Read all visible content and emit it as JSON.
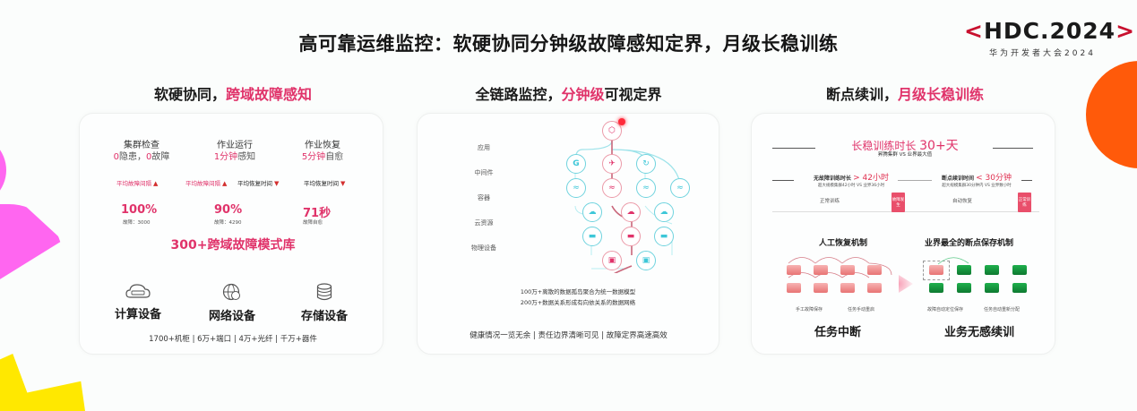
{
  "header": {
    "title": "高可靠运维监控：软硬协同分钟级故障感知定界，月级长稳训练",
    "logo": {
      "left_bracket": "<",
      "text": "HDC.2024",
      "right_bracket": ">",
      "subtitle": "华为开发者大会2024"
    }
  },
  "colors": {
    "accent_pink": "#e0336a",
    "brand_red": "#c8102e",
    "topology_cyan": "#6fd3de",
    "deco_orange": "#ff5a0a",
    "deco_magenta": "#ff66f0",
    "deco_yellow": "#ffe800",
    "block_green": "#1fb04d"
  },
  "section1": {
    "title_prefix": "软硬协同，",
    "title_highlight": "跨域故障感知",
    "metrics": [
      {
        "label": "集群检查",
        "value_a": "0",
        "text_a": "隐患，",
        "value_b": "0",
        "text_b": "故障"
      },
      {
        "label": "作业运行",
        "value": "1分钟",
        "text": "感知"
      },
      {
        "label": "作业恢复",
        "value": "5分钟",
        "text": "自愈"
      }
    ],
    "subtags": [
      {
        "text": "平均故障间隔",
        "color": "pink"
      },
      {
        "text": "平均故障间隔",
        "color": "pink"
      },
      {
        "text": "平均恢复时间",
        "color": "dark"
      },
      {
        "text": "平均恢复时间",
        "color": "dark"
      }
    ],
    "stats": [
      {
        "value": "100%",
        "note": "故障：3000"
      },
      {
        "value": "90%",
        "note": "故障：4290"
      },
      {
        "value": "71秒",
        "note": "故障自愈"
      }
    ],
    "library": "300+跨域故障模式库",
    "devices": [
      {
        "icon": "server-cloud-icon",
        "label": "计算设备"
      },
      {
        "icon": "globe-network-icon",
        "label": "网络设备"
      },
      {
        "icon": "database-icon",
        "label": "存储设备"
      }
    ],
    "footer": "1700+机柜 | 6万+端口 | 4万+光纤 | 千万+器件"
  },
  "section2": {
    "title_prefix": "全链路监控，",
    "title_highlight": "分钟级",
    "title_suffix": "可视定界",
    "layers": [
      "应用",
      "中间件",
      "容器",
      "云资源",
      "物理设备"
    ],
    "desc": [
      "100万+离散的数据孤岛聚合为统一数据模型",
      "200万+数据关系形成有向依关系的数据网络"
    ],
    "footer": "健康情况一览无余 | 责任边界清晰可见 | 故障定界高速高效"
  },
  "section3": {
    "title_prefix": "断点续训，",
    "title_highlight": "月级长稳训练",
    "headline_text": "长稳训练时长 ",
    "headline_num": "30+天",
    "headline_sub": "昇腾集群 VS 业界最大值",
    "compare": [
      {
        "title": "无故障训练时长 ",
        "value": "> 42小时",
        "detail": "超大规模集群42小时 VS 业界36小时"
      },
      {
        "title": "断点续训时间 ",
        "value": "< 30分钟",
        "detail": "超大规模集群30分钟内 VS 业界数小时"
      }
    ],
    "phases": [
      {
        "label": "正常训练",
        "badge": "故障发生"
      },
      {
        "label": "自动恢复",
        "badge": "正常训练"
      }
    ],
    "manual": {
      "title": "人工恢复机制",
      "captions": [
        "手工故障保存",
        "任务手动重启"
      ],
      "result": "任务中断"
    },
    "auto": {
      "title": "业界最全的断点保存机制",
      "captions": [
        "故障自动定位保存",
        "任务自动重新分配"
      ],
      "result": "业务无感续训"
    }
  }
}
